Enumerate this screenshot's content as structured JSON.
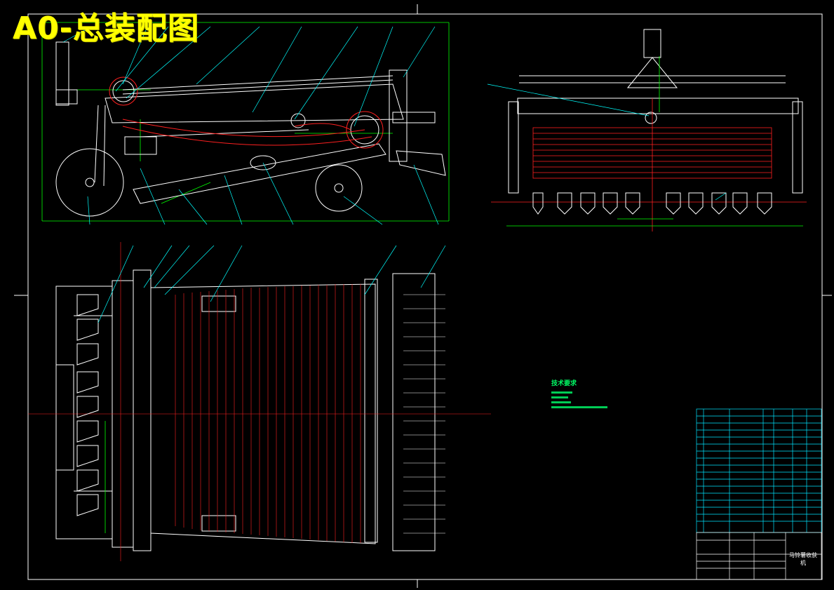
{
  "sheet": {
    "title": "A0-总装配图"
  },
  "tech_notes": {
    "title": "技术要求"
  },
  "title_block": {
    "machine_name": "马铃薯收获机"
  },
  "colors": {
    "background": "#000000",
    "frame": "#ffffff",
    "title": "#ffff00",
    "part_lines": "#ffffff",
    "hatch_red": "#ff2020",
    "leaders": "#00ffff",
    "dimensions": "#00ff00",
    "center_lines": "#ff3030",
    "bom_table": "#00e5ff"
  }
}
